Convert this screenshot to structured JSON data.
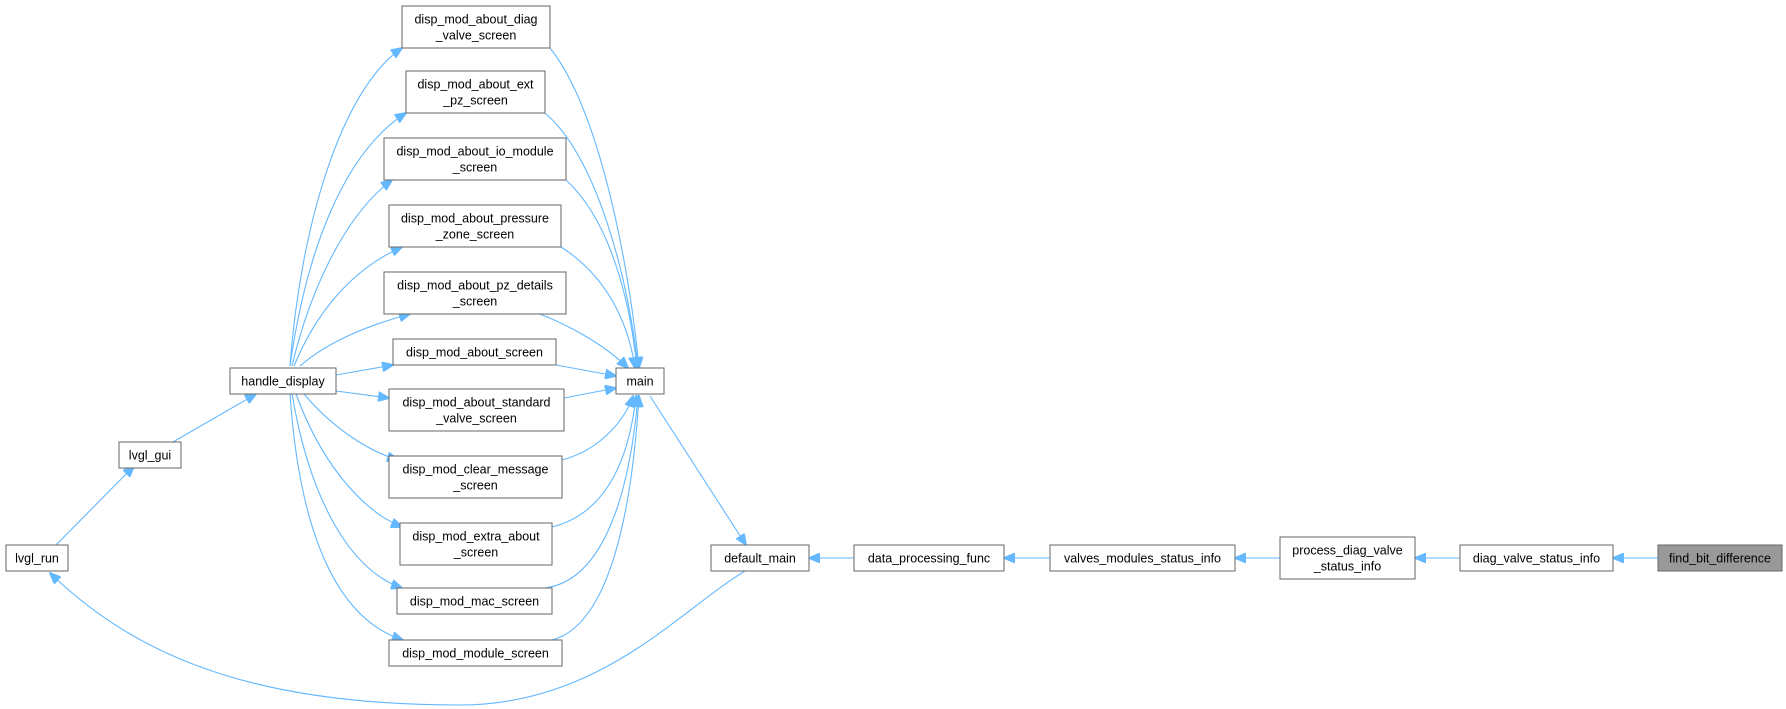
{
  "colors": {
    "edge": "#63b8ff",
    "node_border": "#666666",
    "node_fill": "#ffffff",
    "highlight_fill": "#999999"
  },
  "nodes": {
    "diag_valve": {
      "lines": [
        "disp_mod_about_diag",
        "_valve_screen"
      ]
    },
    "ext_pz": {
      "lines": [
        "disp_mod_about_ext",
        "_pz_screen"
      ]
    },
    "io_module": {
      "lines": [
        "disp_mod_about_io_module",
        "_screen"
      ]
    },
    "pressure_zone": {
      "lines": [
        "disp_mod_about_pressure",
        "_zone_screen"
      ]
    },
    "pz_details": {
      "lines": [
        "disp_mod_about_pz_details",
        "_screen"
      ]
    },
    "about_screen": {
      "lines": [
        "disp_mod_about_screen"
      ]
    },
    "standard_valve": {
      "lines": [
        "disp_mod_about_standard",
        "_valve_screen"
      ]
    },
    "clear_message": {
      "lines": [
        "disp_mod_clear_message",
        "_screen"
      ]
    },
    "extra_about": {
      "lines": [
        "disp_mod_extra_about",
        "_screen"
      ]
    },
    "mac_screen": {
      "lines": [
        "disp_mod_mac_screen"
      ]
    },
    "module_screen": {
      "lines": [
        "disp_mod_module_screen"
      ]
    },
    "handle_display": {
      "lines": [
        "handle_display"
      ]
    },
    "lvgl_gui": {
      "lines": [
        "lvgl_gui"
      ]
    },
    "lvgl_run": {
      "lines": [
        "lvgl_run"
      ]
    },
    "main": {
      "lines": [
        "main"
      ]
    },
    "default_main": {
      "lines": [
        "default_main"
      ]
    },
    "data_processing": {
      "lines": [
        "data_processing_func"
      ]
    },
    "valves_modules": {
      "lines": [
        "valves_modules_status_info"
      ]
    },
    "process_diag": {
      "lines": [
        "process_diag_valve",
        "_status_info"
      ]
    },
    "diag_status": {
      "lines": [
        "diag_valve_status_info"
      ]
    },
    "find_bit": {
      "lines": [
        "find_bit_difference"
      ]
    }
  }
}
